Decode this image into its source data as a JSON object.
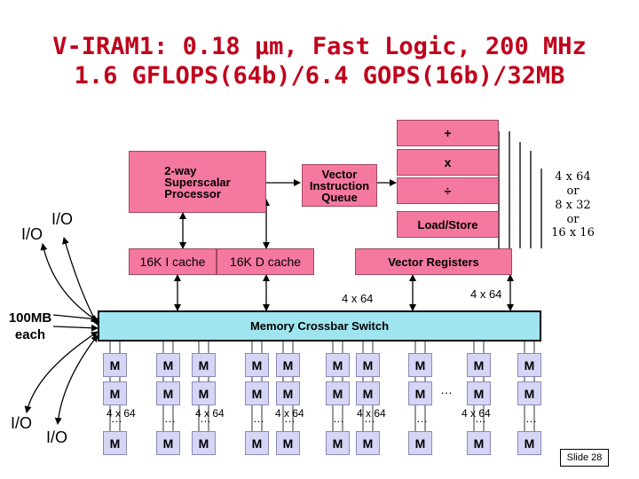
{
  "title": {
    "line1": "V-IRAM1: 0.18 µm, Fast Logic, 200 MHz",
    "line2": "1.6 GFLOPS(64b)/6.4 GOPS(16b)/32MB"
  },
  "processor": {
    "superscalar_line1": "2-way",
    "superscalar_line2": "Superscalar",
    "superscalar_line3": "Processor",
    "vector_queue_line1": "Vector",
    "vector_queue_line2": "Instruction",
    "vector_queue_line3": "Queue",
    "icache": "16K I cache",
    "dcache": "16K D cache"
  },
  "vector_units": {
    "add": "+",
    "mul": "x",
    "div": "÷",
    "load_store": "Load/Store",
    "registers": "Vector Registers"
  },
  "lanes_note": {
    "line1": "4 x 64",
    "line2": "or",
    "line3": "8 x 32",
    "line4": "or",
    "line5": "16 x 16"
  },
  "io_labels": {
    "top_left": "I/O",
    "top_right": "I/O",
    "bottom_left": "I/O",
    "bottom_right": "I/O"
  },
  "memory_note": {
    "line1": "100MB",
    "line2": "each"
  },
  "crossbar": {
    "label": "Memory Crossbar Switch",
    "left_width": "4 x 64",
    "right_width": "4 x 64"
  },
  "memory_array": {
    "module_label": "M",
    "dots": "…",
    "width_label": "4 x 64"
  },
  "slide": "Slide 28"
}
